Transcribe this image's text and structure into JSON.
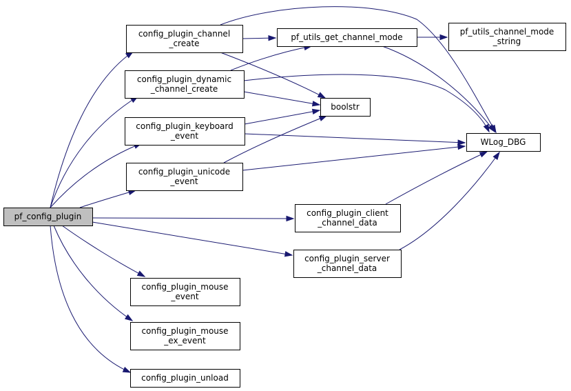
{
  "colors": {
    "edge": "#191970",
    "root_fill": "#bfbfbf",
    "node_fill": "#ffffff",
    "node_border": "#000000"
  },
  "nodes": [
    {
      "id": "pf_config_plugin",
      "lines": [
        "pf_config_plugin"
      ],
      "root": true
    },
    {
      "id": "config_plugin_channel_create",
      "lines": [
        "config_plugin_channel",
        "_create"
      ]
    },
    {
      "id": "config_plugin_dynamic_channel_create",
      "lines": [
        "config_plugin_dynamic",
        "_channel_create"
      ]
    },
    {
      "id": "config_plugin_keyboard_event",
      "lines": [
        "config_plugin_keyboard",
        "_event"
      ]
    },
    {
      "id": "config_plugin_unicode_event",
      "lines": [
        "config_plugin_unicode",
        "_event"
      ]
    },
    {
      "id": "config_plugin_mouse_event",
      "lines": [
        "config_plugin_mouse",
        "_event"
      ]
    },
    {
      "id": "config_plugin_mouse_ex_event",
      "lines": [
        "config_plugin_mouse",
        "_ex_event"
      ]
    },
    {
      "id": "config_plugin_unload",
      "lines": [
        "config_plugin_unload"
      ]
    },
    {
      "id": "pf_utils_get_channel_mode",
      "lines": [
        "pf_utils_get_channel_mode"
      ]
    },
    {
      "id": "boolstr",
      "lines": [
        "boolstr"
      ]
    },
    {
      "id": "config_plugin_client_channel_data",
      "lines": [
        "config_plugin_client",
        "_channel_data"
      ]
    },
    {
      "id": "config_plugin_server_channel_data",
      "lines": [
        "config_plugin_server",
        "_channel_data"
      ]
    },
    {
      "id": "pf_utils_channel_mode_string",
      "lines": [
        "pf_utils_channel_mode",
        "_string"
      ]
    },
    {
      "id": "WLog_DBG",
      "lines": [
        "WLog_DBG"
      ]
    }
  ],
  "edges": [
    {
      "from": "pf_config_plugin",
      "to": "config_plugin_channel_create"
    },
    {
      "from": "pf_config_plugin",
      "to": "config_plugin_dynamic_channel_create"
    },
    {
      "from": "pf_config_plugin",
      "to": "config_plugin_keyboard_event"
    },
    {
      "from": "pf_config_plugin",
      "to": "config_plugin_unicode_event"
    },
    {
      "from": "pf_config_plugin",
      "to": "config_plugin_client_channel_data"
    },
    {
      "from": "pf_config_plugin",
      "to": "config_plugin_server_channel_data"
    },
    {
      "from": "pf_config_plugin",
      "to": "config_plugin_mouse_event"
    },
    {
      "from": "pf_config_plugin",
      "to": "config_plugin_mouse_ex_event"
    },
    {
      "from": "pf_config_plugin",
      "to": "config_plugin_unload"
    },
    {
      "from": "config_plugin_channel_create",
      "to": "pf_utils_get_channel_mode"
    },
    {
      "from": "config_plugin_channel_create",
      "to": "WLog_DBG"
    },
    {
      "from": "config_plugin_channel_create",
      "to": "boolstr"
    },
    {
      "from": "config_plugin_dynamic_channel_create",
      "to": "pf_utils_get_channel_mode"
    },
    {
      "from": "config_plugin_dynamic_channel_create",
      "to": "boolstr"
    },
    {
      "from": "config_plugin_dynamic_channel_create",
      "to": "WLog_DBG"
    },
    {
      "from": "config_plugin_keyboard_event",
      "to": "boolstr"
    },
    {
      "from": "config_plugin_keyboard_event",
      "to": "WLog_DBG"
    },
    {
      "from": "config_plugin_unicode_event",
      "to": "boolstr"
    },
    {
      "from": "config_plugin_unicode_event",
      "to": "WLog_DBG"
    },
    {
      "from": "pf_utils_get_channel_mode",
      "to": "pf_utils_channel_mode_string"
    },
    {
      "from": "pf_utils_get_channel_mode",
      "to": "WLog_DBG"
    },
    {
      "from": "config_plugin_client_channel_data",
      "to": "WLog_DBG"
    },
    {
      "from": "config_plugin_server_channel_data",
      "to": "WLog_DBG"
    }
  ]
}
